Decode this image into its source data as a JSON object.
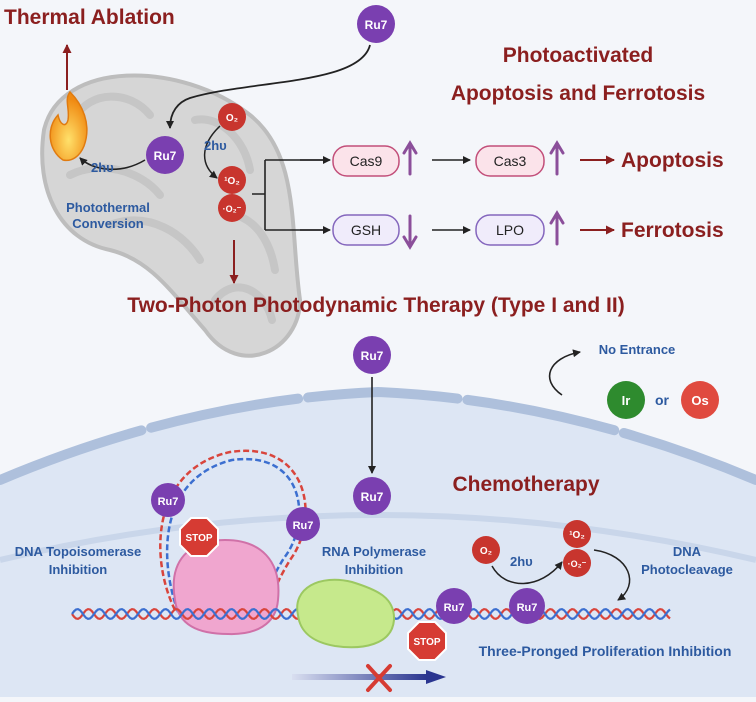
{
  "titles": {
    "thermal_ablation": "Thermal Ablation",
    "photoactivated_line1": "Photoactivated",
    "photoactivated_line2": "Apoptosis and Ferrotosis",
    "two_photon_pdt": "Two-Photon Photodynamic Therapy (Type I and II)",
    "chemotherapy": "Chemotherapy",
    "three_pronged": "Three-Pronged Proliferation Inhibition"
  },
  "labels": {
    "two_hv": "2hυ",
    "photothermal_line1": "Photothermal",
    "photothermal_line2": "Conversion",
    "apoptosis": "Apoptosis",
    "ferrotosis": "Ferrotosis",
    "no_entrance": "No Entrance",
    "or": "or",
    "dna_topo_line1": "DNA Topoisomerase",
    "dna_topo_line2": "Inhibition",
    "rna_pol_line1": "RNA Polymerase",
    "rna_pol_line2": "Inhibition",
    "dna_photo_line1": "DNA",
    "dna_photo_line2": "Photocleavage",
    "stop": "STOP"
  },
  "molecules": {
    "ru7": "Ru7",
    "ir": "Ir",
    "os": "Os",
    "o2": "O₂",
    "singlet_o2": "¹O₂",
    "superoxide": "·O₂⁻"
  },
  "boxes": {
    "cas9": "Cas9",
    "cas3": "Cas3",
    "gsh": "GSH",
    "lpo": "LPO"
  },
  "colors": {
    "title_red": "#8b1f1f",
    "label_blue": "#2d5aa0",
    "ru_purple": "#7a3fb0",
    "o2_red": "#c8352e",
    "ir_green": "#2e8b2e",
    "os_red": "#e04a3f",
    "cas_fill": "#fbe3ea",
    "cas_stroke": "#c24e79",
    "gsh_fill": "#f0ecfb",
    "gsh_stroke": "#8466bd",
    "up_arrow": "#8b4f9a"
  }
}
